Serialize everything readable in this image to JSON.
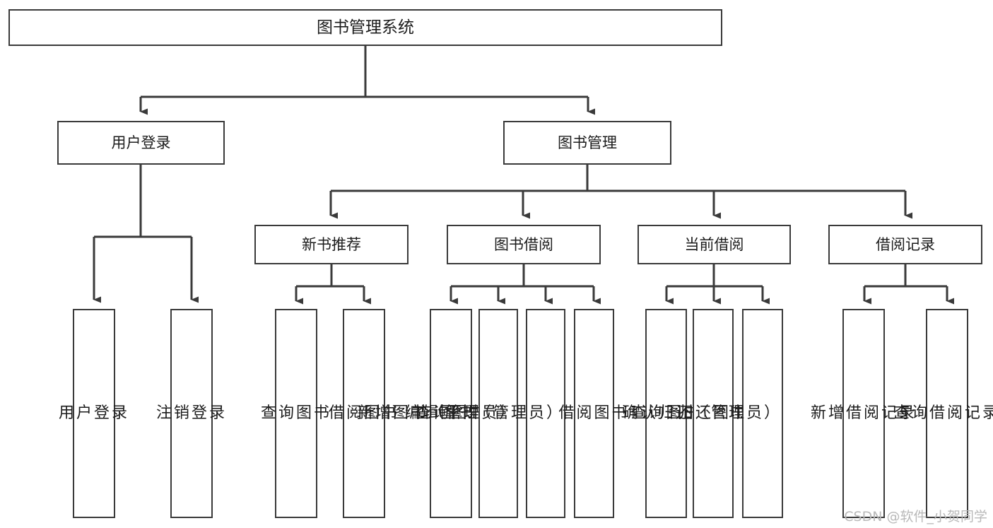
{
  "diagram": {
    "type": "tree-hierarchy",
    "title": "图书管理系统",
    "orientation": "top-down",
    "colors": {
      "box_stroke": "#3a3a3a",
      "box_fill": "#ffffff",
      "edge": "#3a3a3a",
      "text": "#1c1c1c",
      "watermark": "#b9b9b9"
    },
    "root": {
      "label": "图书管理系统"
    },
    "level2": [
      {
        "label": "用户登录"
      },
      {
        "label": "图书管理"
      }
    ],
    "level3": [
      {
        "label": "新书推荐"
      },
      {
        "label": "图书借阅"
      },
      {
        "label": "当前借阅"
      },
      {
        "label": "借阅记录"
      }
    ],
    "leaves": {
      "user_login": [
        {
          "label": "用户登录"
        },
        {
          "label": "注销登录"
        }
      ],
      "new_book_recommend": [
        {
          "label": "查询图书"
        },
        {
          "label": "借阅图书"
        }
      ],
      "book_borrow": [
        {
          "label": "查询图书"
        },
        {
          "label": "新增图书（管理员）"
        },
        {
          "label": "编辑图书（管理员）"
        },
        {
          "label": "借阅图书"
        }
      ],
      "current_borrow": [
        {
          "label": "查询图书"
        },
        {
          "label": "归还图书"
        },
        {
          "label": "确认归还（管理员）"
        }
      ],
      "borrow_record": [
        {
          "label": "新增借阅记录"
        },
        {
          "label": "查询借阅记录"
        }
      ]
    }
  },
  "watermark": {
    "text": "CSDN @软件_小贺同学"
  }
}
